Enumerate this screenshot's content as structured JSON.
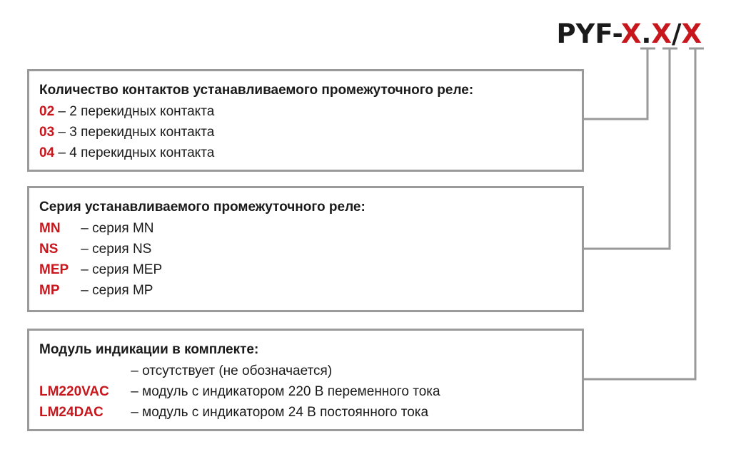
{
  "code": {
    "prefix": "PYF-",
    "x1": "X",
    "dot": ".",
    "x2": "X",
    "slash": "/",
    "x3": "X"
  },
  "boxes": [
    {
      "title": "Количество контактов устанавливаемого промежуточного реле:",
      "rows": [
        {
          "key": "02",
          "desc": "– 2 перекидных контакта"
        },
        {
          "key": "03",
          "desc": "– 3 перекидных контакта"
        },
        {
          "key": "04",
          "desc": "– 4 перекидных контакта"
        }
      ]
    },
    {
      "title": "Серия устанавливаемого промежуточного реле:",
      "rows": [
        {
          "key": "MN",
          "desc": "– серия MN"
        },
        {
          "key": "NS",
          "desc": "– серия NS"
        },
        {
          "key": "MEP",
          "desc": "– серия MEP"
        },
        {
          "key": "MP",
          "desc": "– серия MP"
        }
      ]
    },
    {
      "title": "Модуль индикации в комплекте:",
      "rows": [
        {
          "key": "",
          "desc": "– отсутствует (не обозначается)"
        },
        {
          "key": "LM220VAC",
          "desc": "– модуль с индикатором 220 В переменного тока"
        },
        {
          "key": "LM24DAC",
          "desc": "– модуль с индикатором 24 В постоянного тока"
        }
      ]
    }
  ],
  "colors": {
    "accent": "#c8161d",
    "border": "#9a9a9a",
    "text": "#1a1a1a"
  }
}
